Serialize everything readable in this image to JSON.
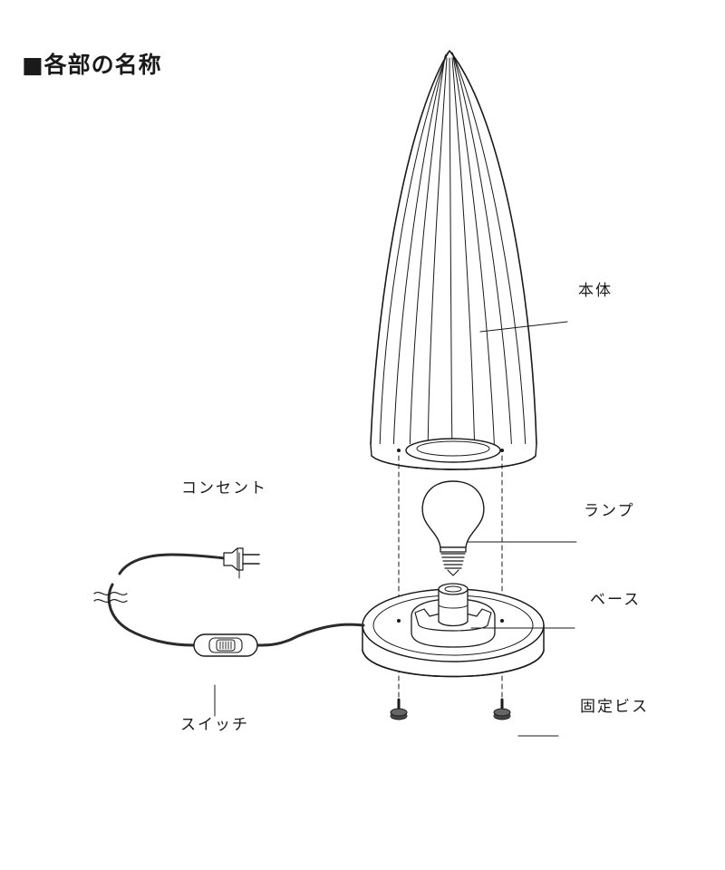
{
  "title": "■各部の名称",
  "labels": {
    "body": "本体",
    "outlet": "コンセント",
    "lamp": "ランプ",
    "base": "ベース",
    "switch": "スイッチ",
    "screw": "固定ビス"
  },
  "colors": {
    "line": "#1a1a1a",
    "cord": "#2b2b2b",
    "background": "#ffffff"
  }
}
